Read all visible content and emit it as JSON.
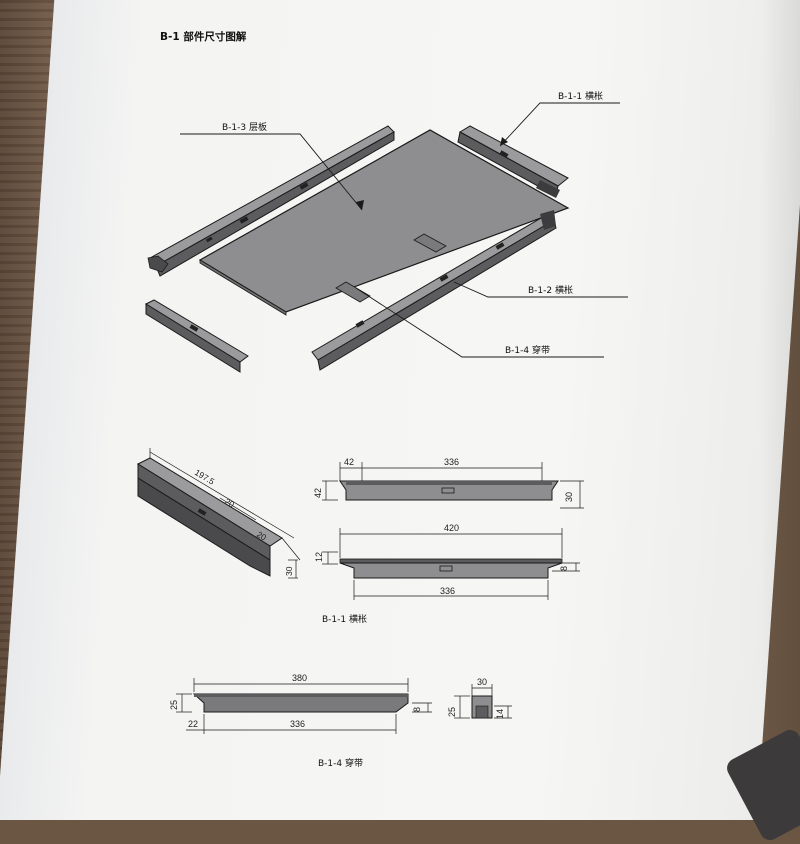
{
  "page": {
    "heading": "B-1 部件尺寸图解"
  },
  "exploded_view": {
    "callouts": [
      {
        "id": "b113",
        "text": "B-1-3 层板"
      },
      {
        "id": "b111",
        "text": "B-1-1 横枨"
      },
      {
        "id": "b112",
        "text": "B-1-2 横枨"
      },
      {
        "id": "b114",
        "text": "B-1-4 穿带"
      }
    ]
  },
  "b111_detail": {
    "iso_dims": {
      "d1": "197.5",
      "d2": "20",
      "d3": "20",
      "d4": "30"
    },
    "top_view": {
      "left": "42",
      "width": "336",
      "height_left": "42",
      "height_right": "30"
    },
    "front_view": {
      "total": "420",
      "left_h": "12",
      "right_h": "8",
      "bottom": "336"
    },
    "caption": "B-1-1 横枨"
  },
  "b114_detail": {
    "side_view": {
      "total": "380",
      "left_h": "25",
      "right_h": "8",
      "offset": "22",
      "bottom": "336"
    },
    "end_view": {
      "width": "30",
      "height": "25",
      "inner": "14"
    },
    "caption": "B-1-4 穿带"
  },
  "colors": {
    "panel": "#8e8e90",
    "rail_light": "#9b9b9d",
    "rail_dark": "#5c5c5e",
    "line": "#1a1a1a",
    "paper": "#f5f5f3"
  }
}
